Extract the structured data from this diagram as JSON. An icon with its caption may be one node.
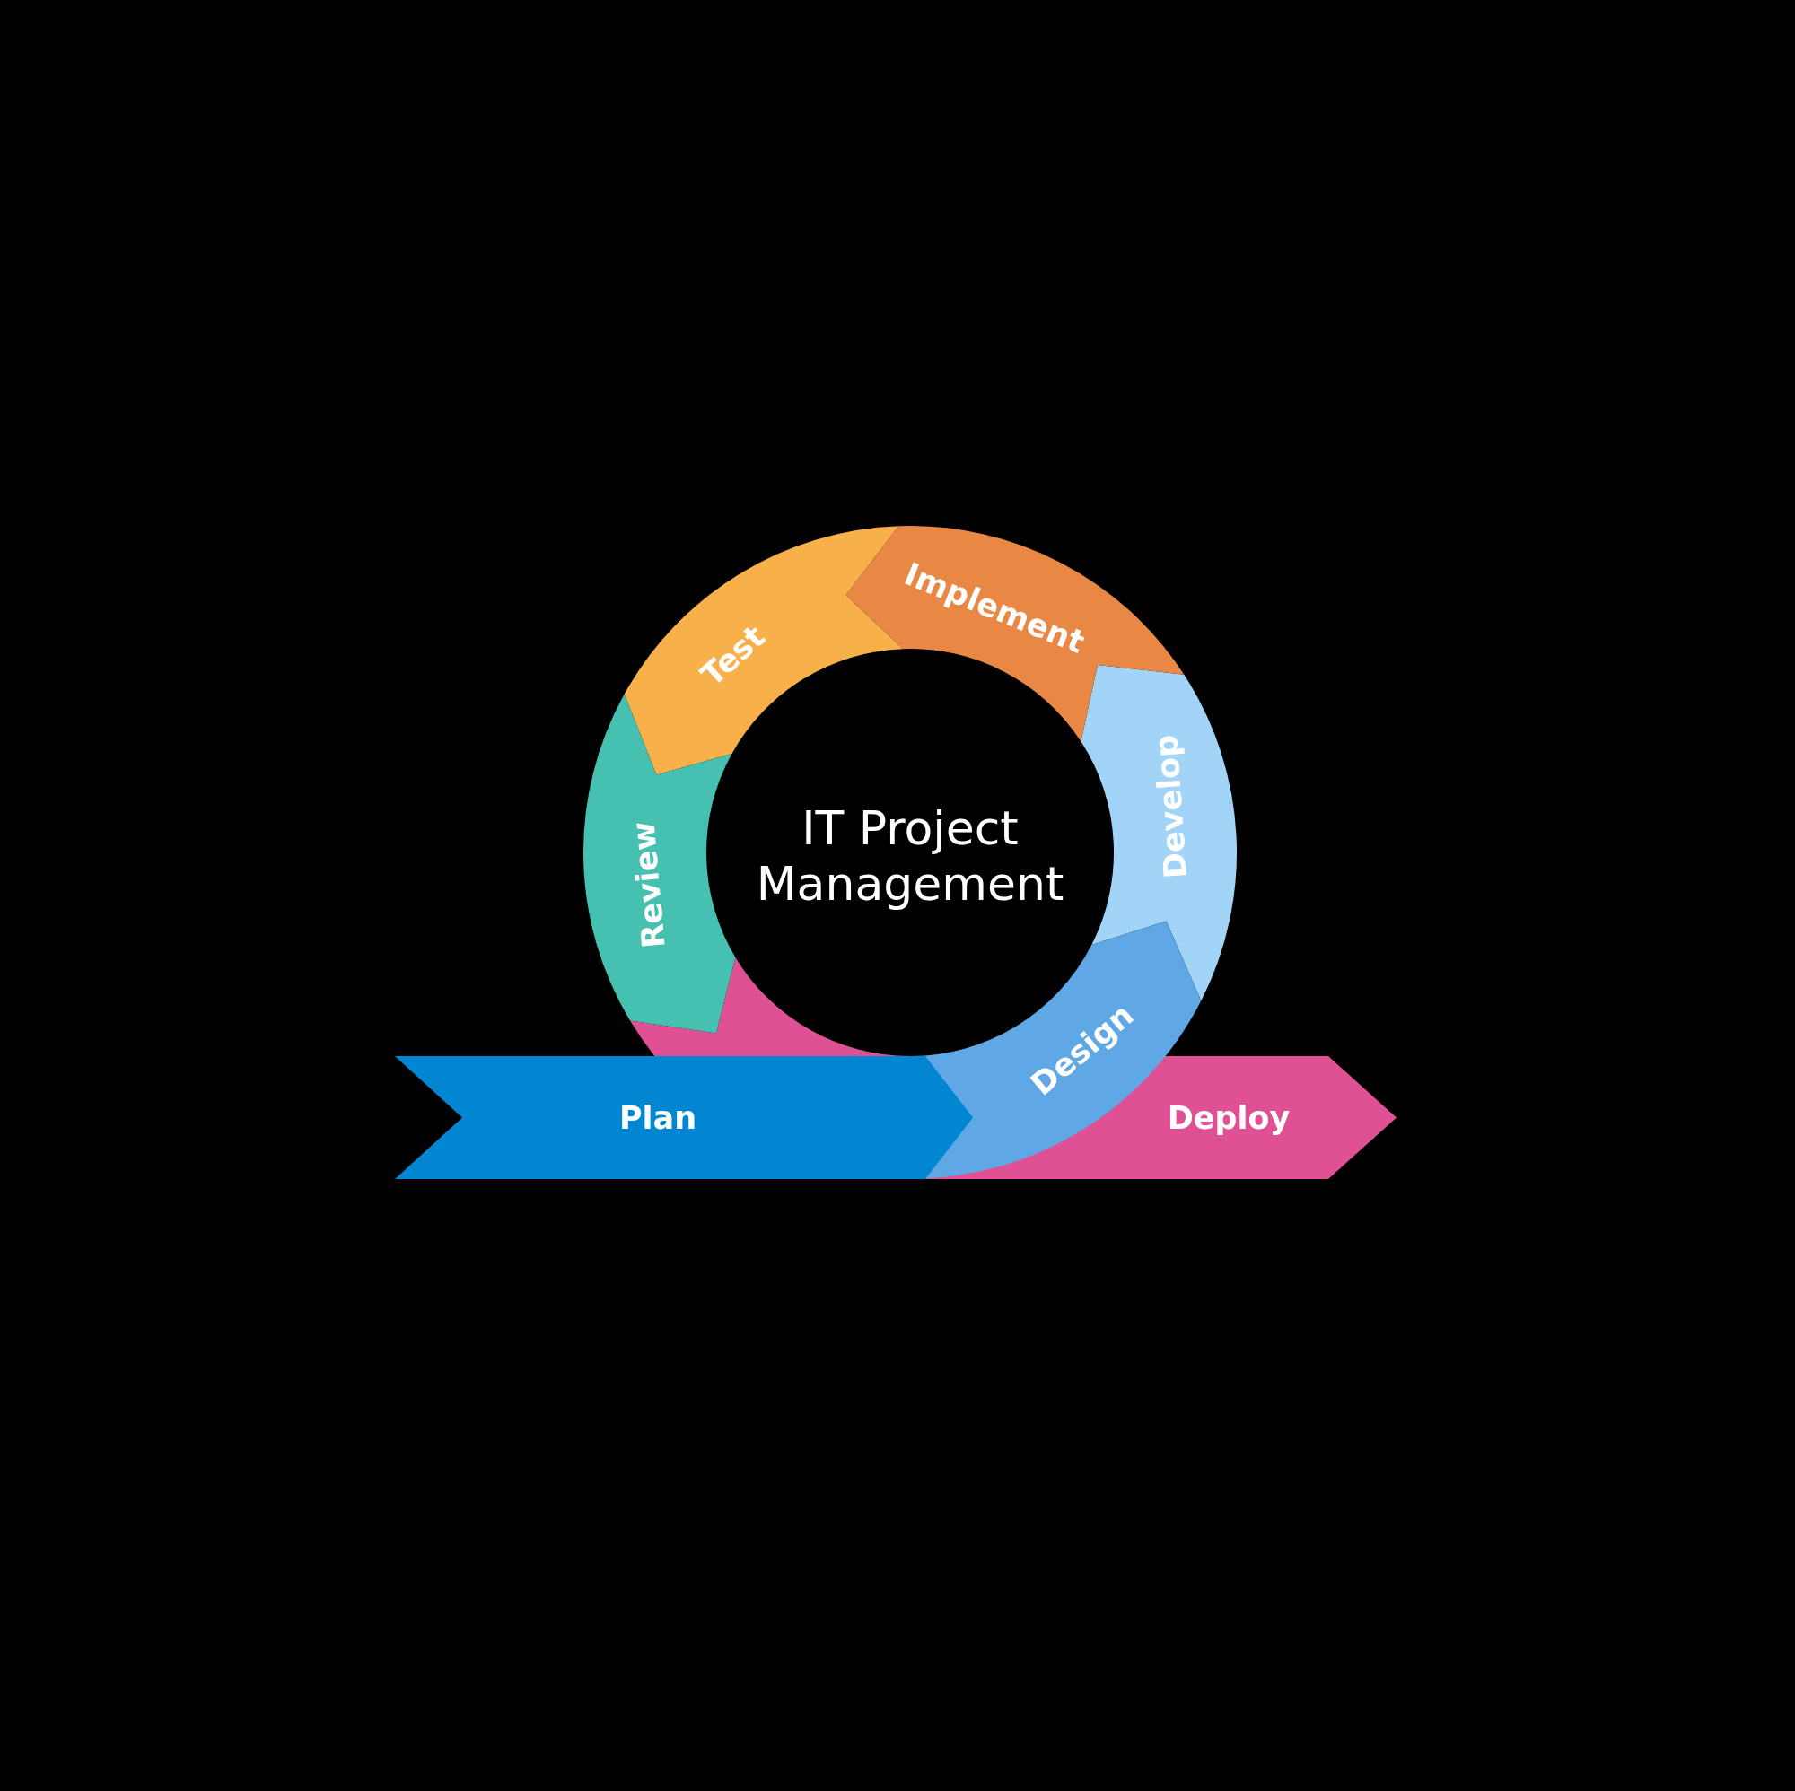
{
  "diagram": {
    "title": "IT Project Management",
    "nodes": [
      {
        "text": [
          "Plan"
        ]
      },
      {
        "text": [
          "Design"
        ]
      },
      {
        "text": [
          "Develop"
        ]
      },
      {
        "text": [
          "Implement"
        ]
      },
      {
        "text": [
          "Test"
        ]
      },
      {
        "text": [
          "Review"
        ]
      },
      {
        "text": [
          "Deploy"
        ]
      }
    ]
  }
}
